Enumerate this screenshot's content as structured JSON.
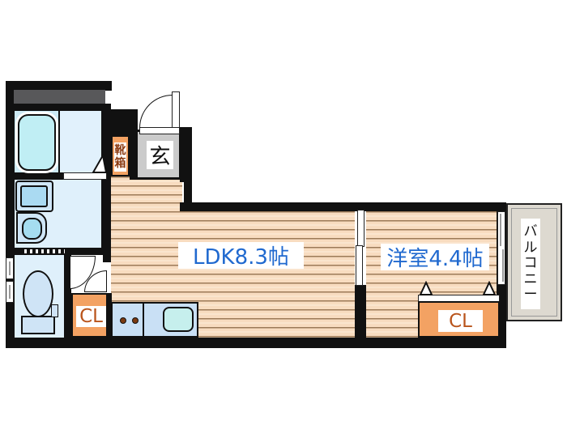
{
  "floorplan": {
    "labels": {
      "ldk": "LDK8.3帖",
      "western_room": "洋室4.4帖",
      "balcony": "バルコニー",
      "entrance": "玄",
      "shoe_box": "靴箱",
      "closet_hall": "CL",
      "closet_bedroom": "CL"
    },
    "colors": {
      "wall": "#111111",
      "flooring_base": "#f8dcc0",
      "flooring_line": "#9c7a58",
      "entrance_tile": "#cbcbcb",
      "closet_orange": "#f3a263",
      "room_label_blue": "#2069cf",
      "closet_label_orange": "#b9541b",
      "wet_area_blue": "#dff0fb",
      "bathtub_cyan": "#c0eef4",
      "balcony_gray": "#ddd9d0",
      "storage_dark_gray": "#58585a"
    }
  }
}
